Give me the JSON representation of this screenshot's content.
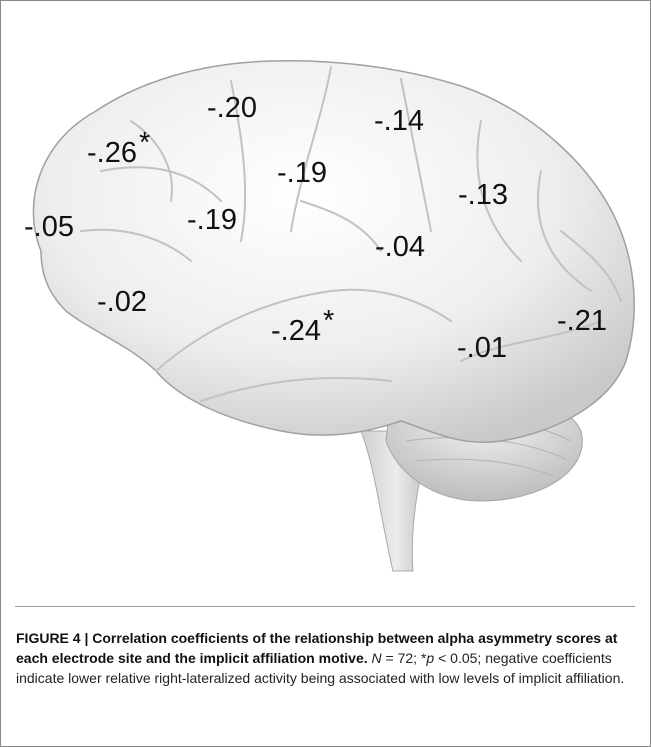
{
  "figure": {
    "labels": [
      {
        "id": "frontal-pole",
        "value": "-.05",
        "significant": false
      },
      {
        "id": "frontal-upper",
        "value": "-.26",
        "significant": true
      },
      {
        "id": "superior-frontal",
        "value": "-.20",
        "significant": false
      },
      {
        "id": "middle-frontal",
        "value": "-.19",
        "significant": false
      },
      {
        "id": "precentral",
        "value": "-.19",
        "significant": false
      },
      {
        "id": "inferior-frontal",
        "value": "-.02",
        "significant": false
      },
      {
        "id": "parietal-upper",
        "value": "-.14",
        "significant": false
      },
      {
        "id": "parietal",
        "value": "-.13",
        "significant": false
      },
      {
        "id": "supramarginal",
        "value": "-.04",
        "significant": false
      },
      {
        "id": "temporal",
        "value": "-.24",
        "significant": true
      },
      {
        "id": "posterior-temporal",
        "value": "-.01",
        "significant": false
      },
      {
        "id": "occipital",
        "value": "-.21",
        "significant": false
      }
    ],
    "significance_mark": "*"
  },
  "caption": {
    "title": "FIGURE 4 | Correlation coefficients of the relationship between alpha asymmetry scores at each electrode site and the implicit affiliation motive.",
    "n_label": "N",
    "n_value": " = 72; *",
    "p_label": "p",
    "p_value": " < 0.05; negative coefficients indicate lower relative right-lateralized activity being associated with low levels of implicit affiliation."
  }
}
